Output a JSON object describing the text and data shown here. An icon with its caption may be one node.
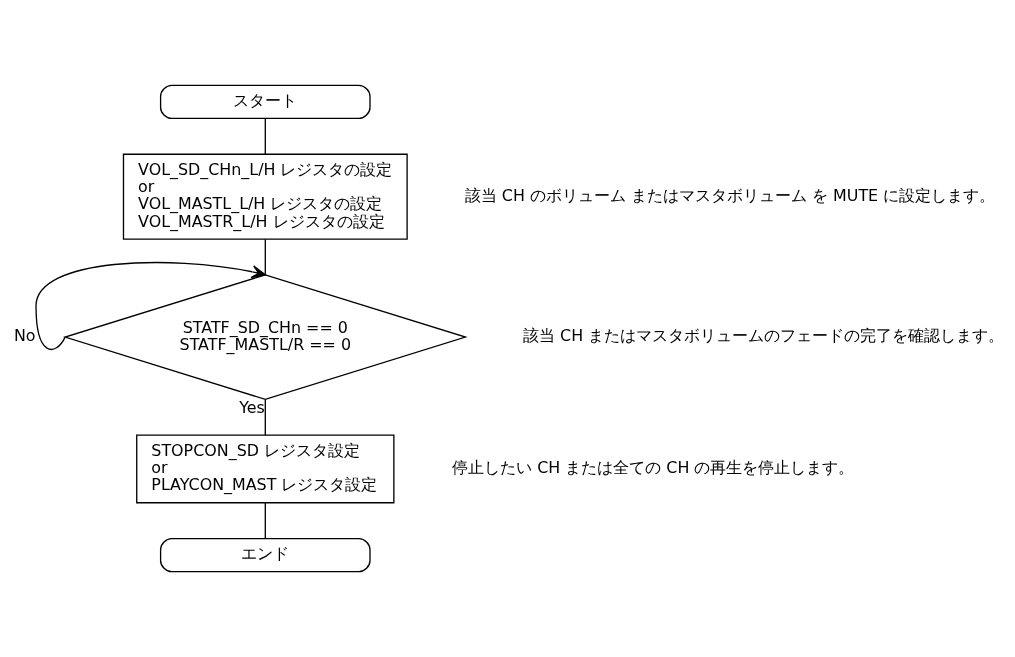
{
  "diagram": {
    "nodes": [
      {
        "text": [
          "スタート"
        ]
      },
      {
        "text": [
          "VOL_SD_CHn_L/H レジスタの設定",
          "or",
          "VOL_MASTL_L/H レジスタの設定",
          "VOL_MASTR_L/H レジスタの設定"
        ],
        "beside": [
          "該当 CH のボリューム またはマスタボリューム を MUTE に設定します。"
        ]
      },
      {
        "text": [
          "STATF_SD_CHn == 0",
          "STATF_MASTL/R == 0"
        ],
        "beside": [
          "該当 CH またはマスタボリュームのフェードの完了を確認します。"
        ]
      },
      {
        "text": [
          "STOPCON_SD レジスタ設定",
          "or",
          "PLAYCON_MAST レジスタ設定"
        ],
        "beside": [
          "停止したい CH または全ての CH の再生を停止します。"
        ]
      },
      {
        "text": [
          "エンド"
        ]
      }
    ],
    "edges": [
      {
        "from": 0,
        "to": 1,
        "arrow": "none"
      },
      {
        "from": 1,
        "to": 2,
        "arrow": "none"
      },
      {
        "from": 2,
        "to": 2,
        "arrow": "to",
        "label": "No"
      },
      {
        "from": 2,
        "to": 3,
        "arrow": "none",
        "label": "Yes"
      },
      {
        "from": 3,
        "to": 4,
        "arrow": "none"
      }
    ]
  }
}
